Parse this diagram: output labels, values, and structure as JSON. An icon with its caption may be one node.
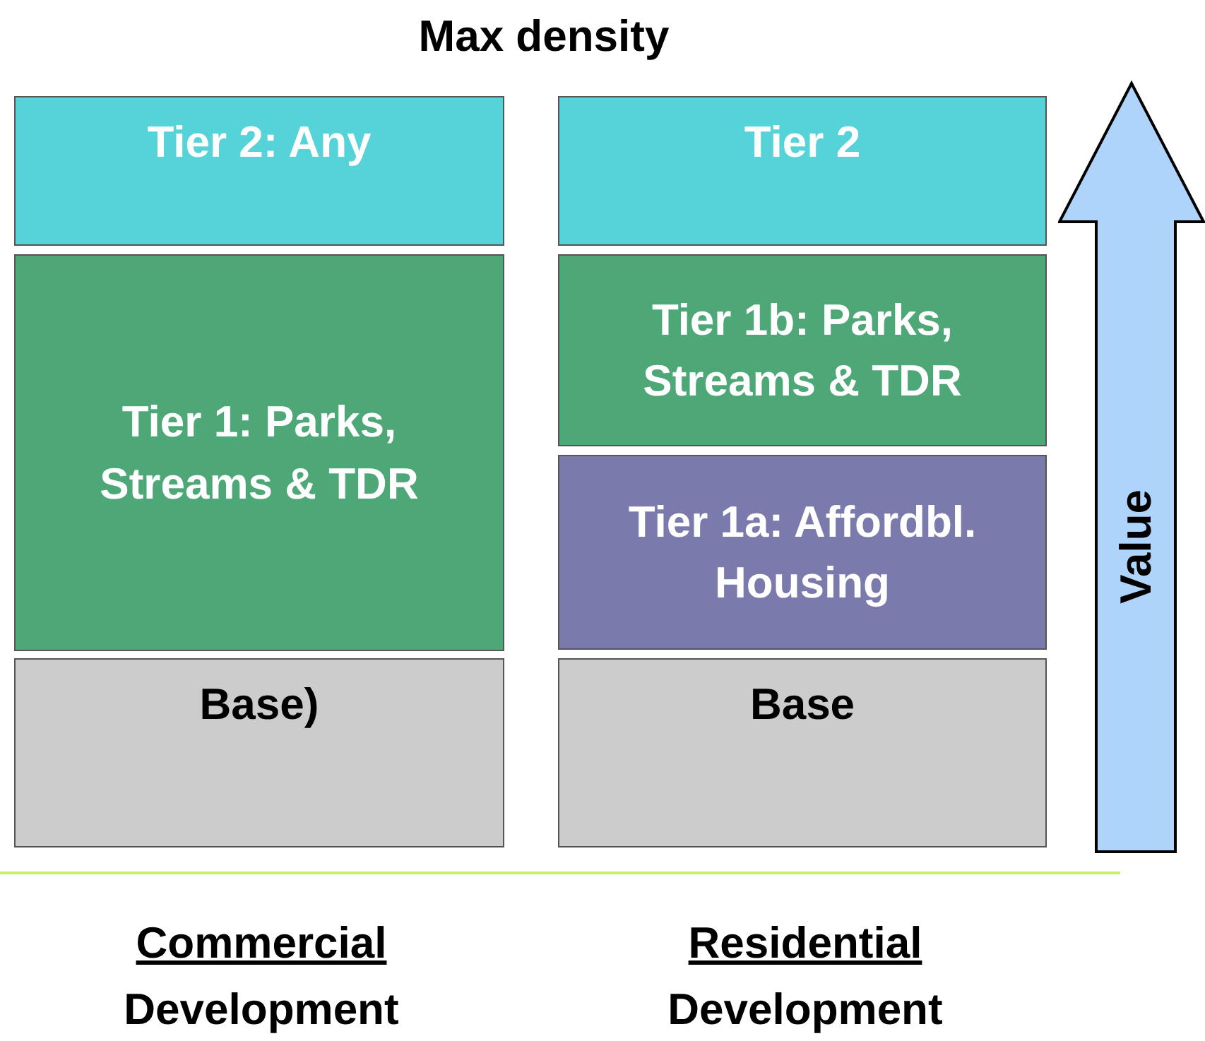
{
  "diagram": {
    "title": "Max density",
    "nodes": [
      {
        "text": [
          "Tier 2: Any"
        ]
      },
      {
        "text": [
          "Tier 1: Parks, Streams & TDR"
        ]
      },
      {
        "text": [
          "Base)"
        ]
      },
      {
        "text": [
          "Tier 2"
        ]
      },
      {
        "text": [
          "Tier 1b: Parks, Streams & TDR"
        ]
      },
      {
        "text": [
          "Tier 1a: Affordbl. Housing"
        ]
      },
      {
        "text": [
          "Base"
        ]
      },
      {
        "text": [
          "Value"
        ]
      }
    ],
    "labels": [
      "Commercial",
      "Development",
      "Residential",
      "Development"
    ]
  }
}
